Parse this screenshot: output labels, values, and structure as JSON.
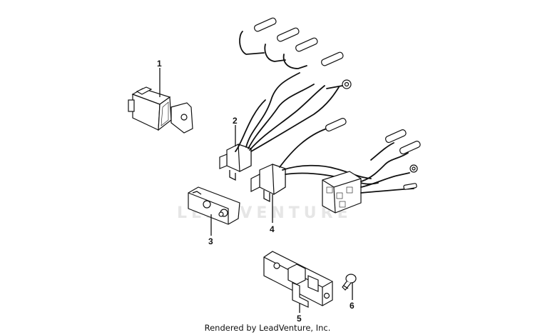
{
  "watermark": "LEADVENTURE",
  "footer": "Rendered by LeadVenture, Inc.",
  "callouts": {
    "c1": "1",
    "c2": "2",
    "c3": "3",
    "c4": "4",
    "c5": "5",
    "c6": "6"
  }
}
